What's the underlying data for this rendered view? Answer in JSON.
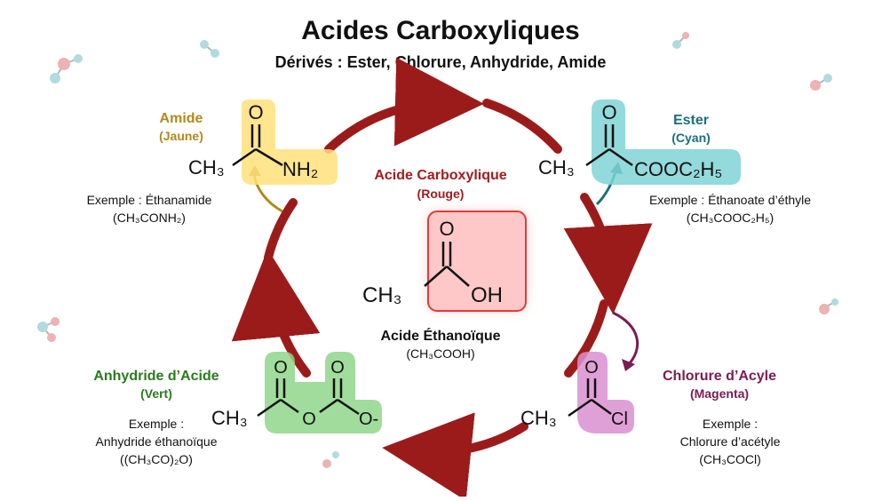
{
  "header": {
    "title": "Acides Carboxyliques",
    "subtitle": "Dérivés : Ester, Chlorure, Anhydride, Amide"
  },
  "center": {
    "name": "Acide Carboxylique",
    "color_name": "(Rouge)",
    "example": "Acide Éthanoïque",
    "formula": "(CH₃COOH)",
    "atoms": {
      "o": "O",
      "ch3": "CH₃",
      "oh": "OH"
    }
  },
  "amide": {
    "name": "Amide",
    "color_name": "(Jaune)",
    "example": "Exemple : Éthanamide",
    "formula": "(CH₃CONH₂)",
    "atoms": {
      "o": "O",
      "ch3": "CH₃",
      "nh2": "NH₂"
    }
  },
  "ester": {
    "name": "Ester",
    "color_name": "(Cyan)",
    "example": "Exemple : Éthanoate d’éthyle",
    "formula": "(CH₃COOC₂H₅)",
    "atoms": {
      "o": "O",
      "ch3": "CH₃",
      "group": "COOC₂H₅"
    }
  },
  "anhydride": {
    "name": "Anhydride d’Acide",
    "color_name": "(Vert)",
    "example_line1": "Exemple :",
    "example_line2": "Anhydride éthanoïque",
    "formula": "((CH₃CO)₂O)",
    "atoms": {
      "o1": "O",
      "o2": "O",
      "o_bridge": "O",
      "o_end": "O-",
      "ch3": "CH₃"
    }
  },
  "chlorure": {
    "name": "Chlorure d’Acyle",
    "color_name": "(Magenta)",
    "example_line1": "Exemple :",
    "example_line2": "Chlorure d’acétyle",
    "formula": "(CH₃COCl)",
    "atoms": {
      "o": "O",
      "ch3": "CH₃",
      "cl": "Cl"
    }
  },
  "colors": {
    "ring_arrow": "#9b1b1b",
    "acid": "#a31c1c",
    "amide": "#b08a1a",
    "ester": "#1c6f7a",
    "anhydride": "#2b7a1e",
    "chlorure": "#7a1c52",
    "highlight_red": "#ff4d4d",
    "highlight_yellow": "#ffe07a",
    "highlight_cyan": "#7fd3d6",
    "highlight_green": "#8fd68a",
    "highlight_magenta": "#d98fd0"
  }
}
